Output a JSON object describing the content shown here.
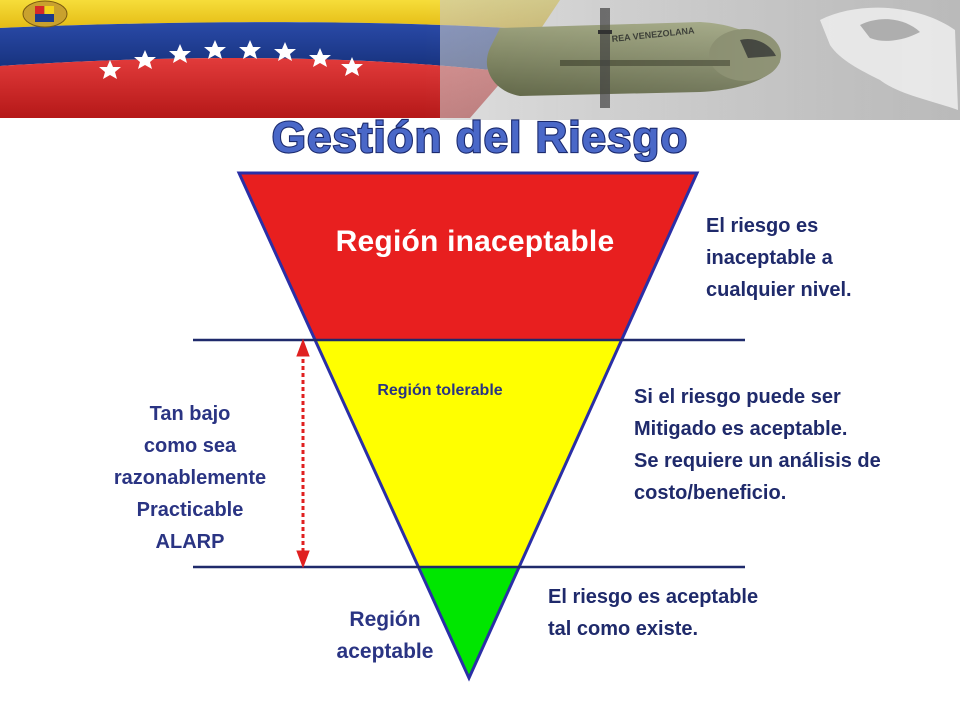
{
  "title": "Gestión del Riesgo",
  "banner": {
    "aircraft_text": "REA VENEZOLANA",
    "flag_colors": [
      "#f4d21c",
      "#1c3a8c",
      "#d62828"
    ]
  },
  "regions": {
    "unacceptable": {
      "label": "Región inaceptable",
      "color": "#e81f1f"
    },
    "tolerable": {
      "label": "Región tolerable",
      "color": "#ffff00"
    },
    "acceptable": {
      "label_lines": [
        "Región",
        "aceptable"
      ],
      "color": "#00e600"
    }
  },
  "notes": {
    "unacceptable": [
      "El riesgo es",
      "inaceptable a",
      "cualquier nivel."
    ],
    "tolerable": [
      "Si el riesgo puede ser",
      "Mitigado es aceptable.",
      "Se requiere un análisis de",
      "costo/beneficio."
    ],
    "acceptable": [
      "El riesgo es aceptable",
      "tal como existe."
    ]
  },
  "alarp": [
    "Tan bajo",
    "como sea",
    "razonablemente",
    "Practicable",
    "ALARP"
  ],
  "colors": {
    "text": "#1f2a6b",
    "outline": "#2b2fa6",
    "divider": "#1f2a6b",
    "arrow": "#e02020",
    "title_fill": "#4a68c8",
    "title_stroke": "#1b2a6e"
  }
}
